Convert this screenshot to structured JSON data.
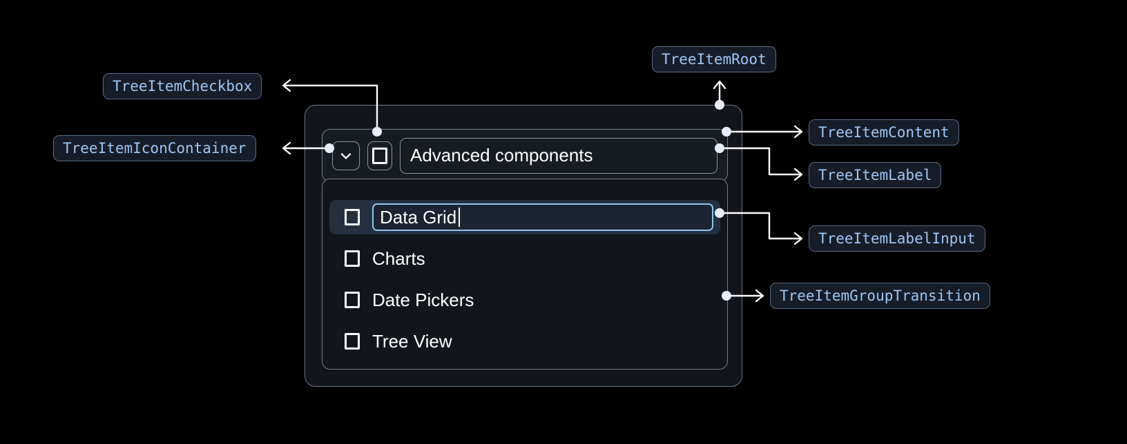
{
  "diagram": {
    "title": "TreeItem anatomy annotation",
    "background_color": "#000000",
    "annotation": {
      "text_color": "#9fc6f5",
      "bg_color": "#161d28",
      "border_color": "#5a6a80",
      "connector_color": "#ffffff"
    }
  },
  "annotations": [
    {
      "id": "root",
      "label": "TreeItemRoot"
    },
    {
      "id": "checkbox",
      "label": "TreeItemCheckbox"
    },
    {
      "id": "icon_container",
      "label": "TreeItemIconContainer"
    },
    {
      "id": "content",
      "label": "TreeItemContent"
    },
    {
      "id": "label",
      "label": "TreeItemLabel"
    },
    {
      "id": "label_input",
      "label": "TreeItemLabelInput"
    },
    {
      "id": "group_transition",
      "label": "TreeItemGroupTransition"
    }
  ],
  "component": {
    "parent_item": {
      "expand_icon": "chevron-down-icon",
      "checkbox_checked": false,
      "label": "Advanced components"
    },
    "children": [
      {
        "label": "Data Grid",
        "checked": false,
        "editing": true,
        "selected": true
      },
      {
        "label": "Charts",
        "checked": false,
        "editing": false,
        "selected": false
      },
      {
        "label": "Date Pickers",
        "checked": false,
        "editing": false,
        "selected": false
      },
      {
        "label": "Tree View",
        "checked": false,
        "editing": false,
        "selected": false
      }
    ],
    "editing_input_value": "Data Grid",
    "colors": {
      "selected_row_bg": "#243040",
      "input_border": "#8fc6f2",
      "input_bg": "#1b2430",
      "container_border": "#757e8a",
      "root_bg": "#12161c"
    }
  }
}
